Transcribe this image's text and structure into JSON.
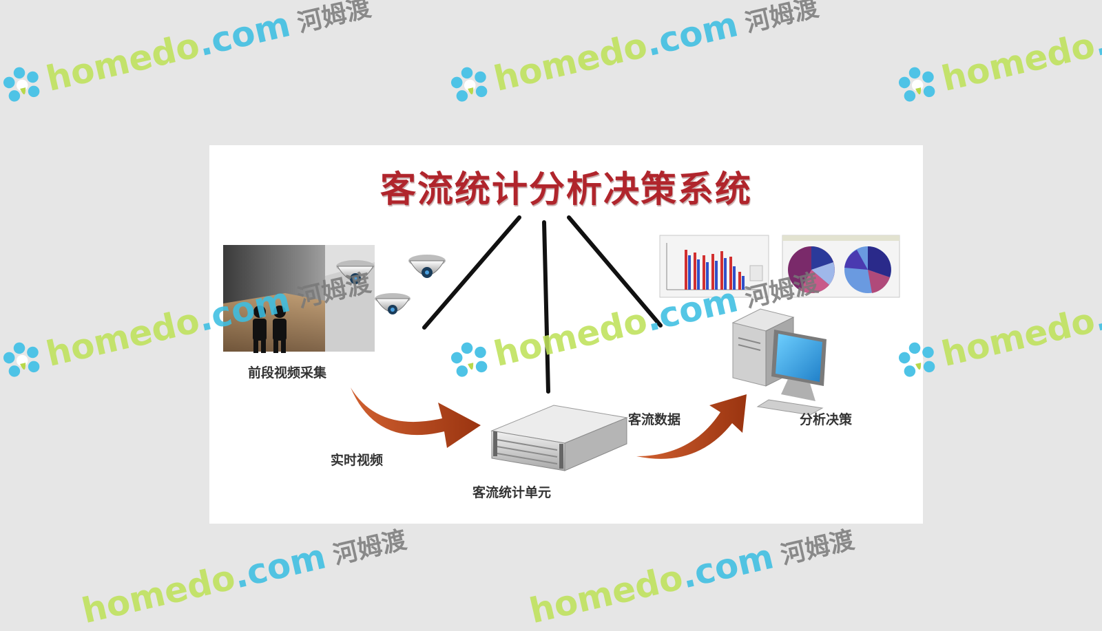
{
  "diagram": {
    "title": "客流统计分析决策系统",
    "labels": {
      "camera_capture": "前段视频采集",
      "realtime_video": "实时视频",
      "counting_unit": "客流统计单元",
      "flow_data": "客流数据",
      "analysis_decision": "分析决策"
    },
    "colors": {
      "title": "#b0252c",
      "arrow": "#b5441c",
      "connector": "#111111",
      "panel": "#ffffff",
      "background": "#e6e6e6"
    },
    "icons": {
      "cameras": "dome-camera-icon",
      "entrance": "entrance-people-icon",
      "server": "server-unit-icon",
      "computer": "desktop-computer-icon",
      "bar_chart": "bar-chart-thumbnail",
      "pie_chart": "pie-chart-thumbnail"
    }
  },
  "watermark": {
    "brand_latin": "homedo",
    "brand_suffix": ".com",
    "brand_cn": "河姆渡"
  }
}
